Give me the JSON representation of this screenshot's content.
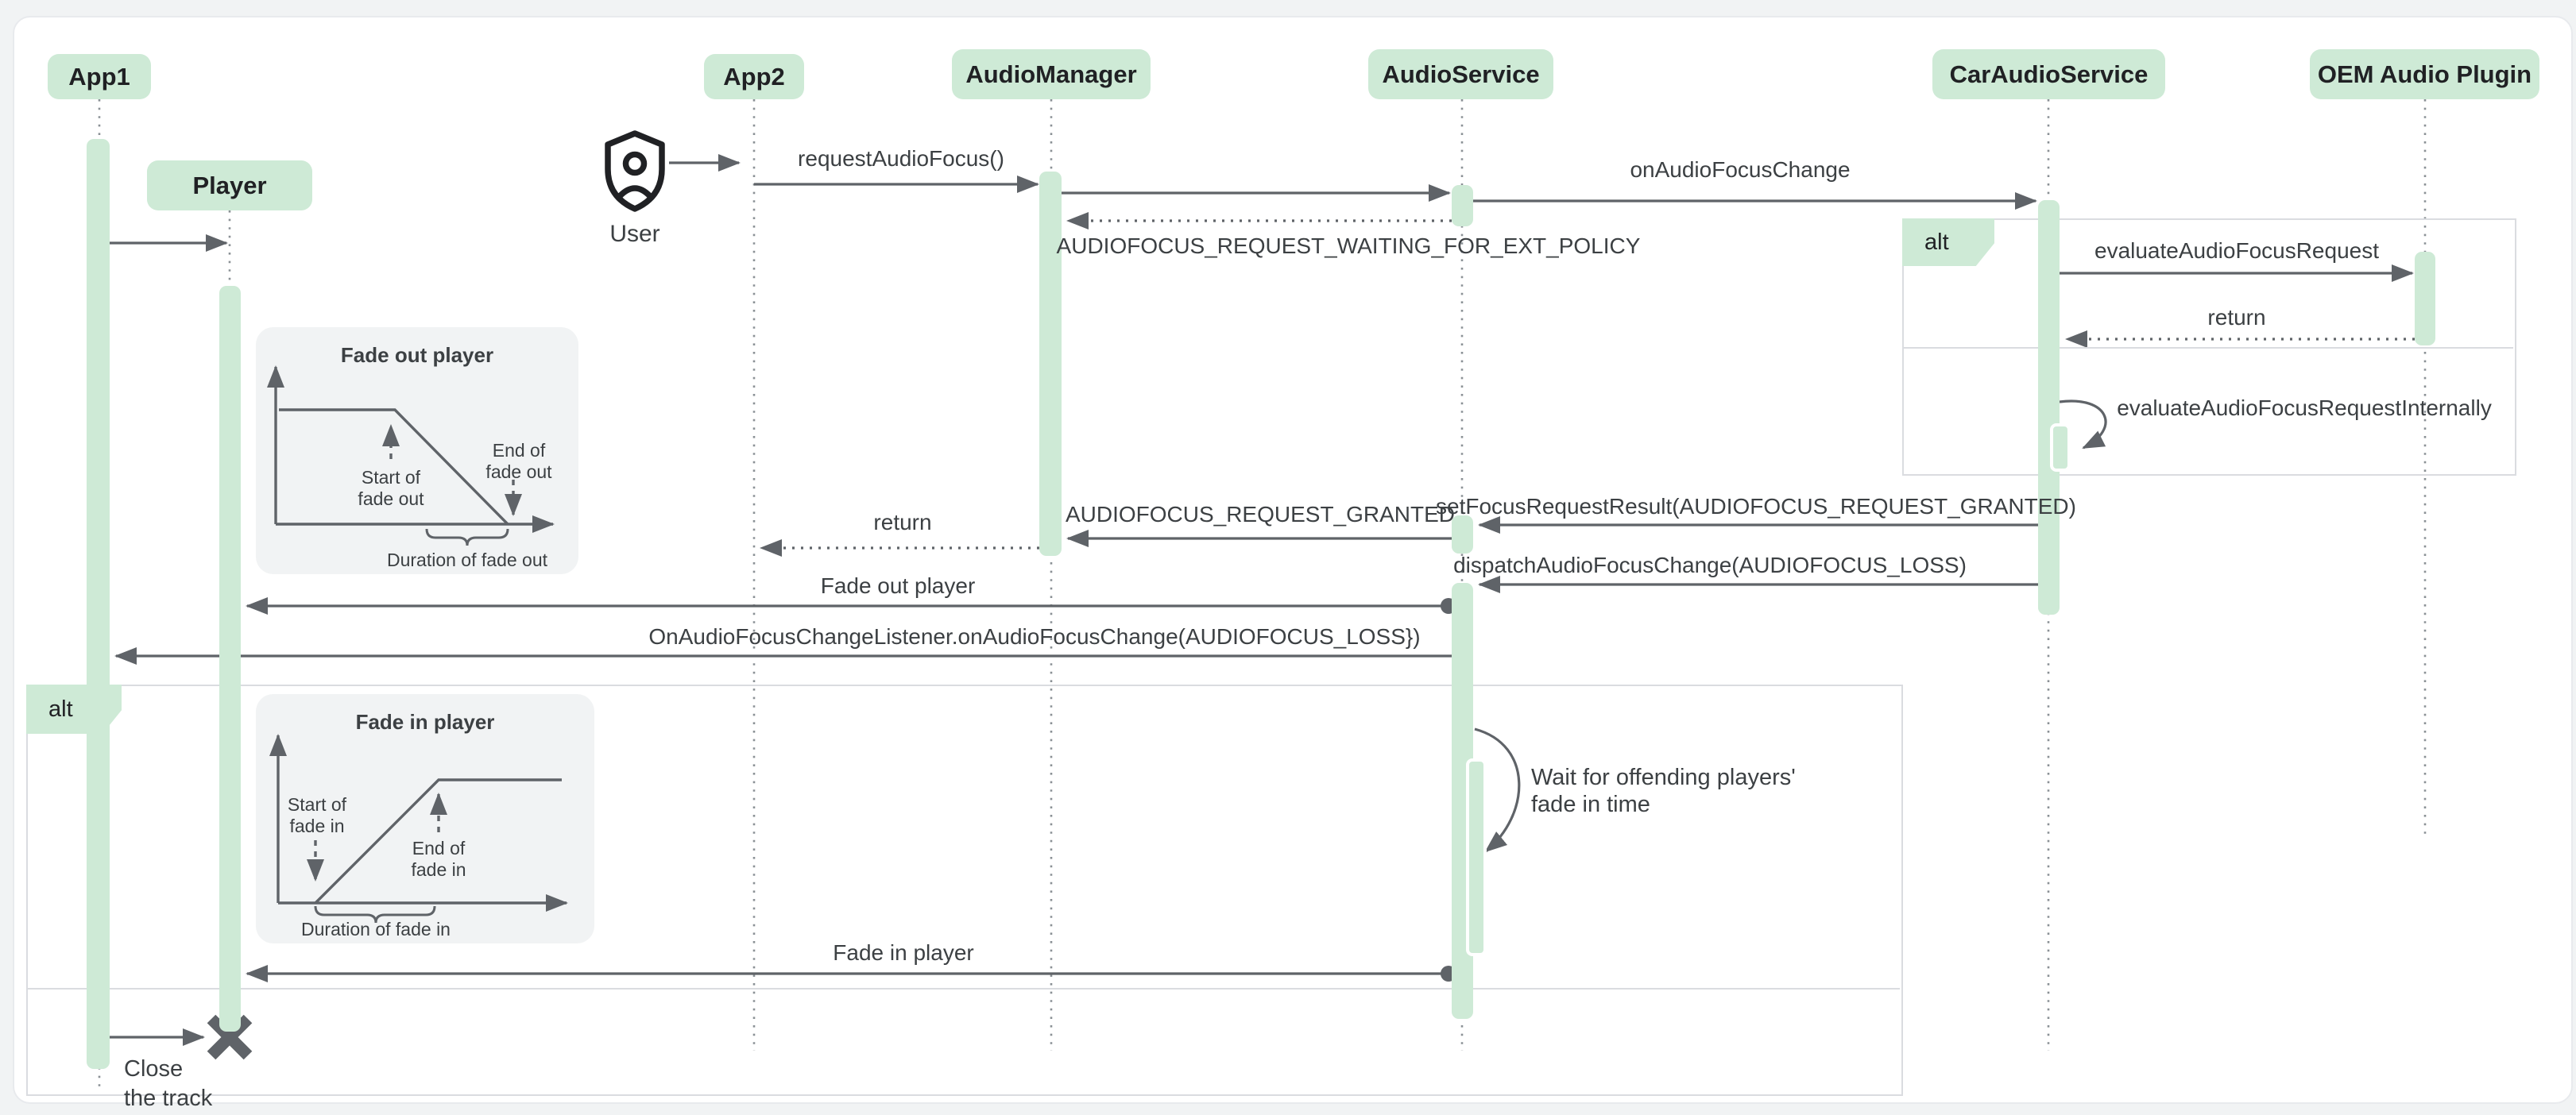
{
  "page": {
    "background": "#f1f3f4",
    "canvas_background": "#ffffff"
  },
  "colors": {
    "participant_fill": "#ceead6",
    "activation_fill": "#ceead6",
    "arrow": "#5f6368",
    "lifeline": "#8a9095",
    "message_text": "#3c4043",
    "participant_text": "#202124",
    "fragment_border": "#dadce0",
    "inset_background": "#f1f3f4"
  },
  "icons": {
    "actor": "shield-person-icon",
    "lifeline_end": "x-destroy-icon"
  },
  "participants": [
    {
      "id": "app1",
      "label": "App1"
    },
    {
      "id": "player",
      "label": "Player"
    },
    {
      "id": "app2",
      "label": "App2"
    },
    {
      "id": "audiomanager",
      "label": "AudioManager"
    },
    {
      "id": "audioservice",
      "label": "AudioService"
    },
    {
      "id": "caraudioservice",
      "label": "CarAudioService"
    },
    {
      "id": "oem",
      "label": "OEM Audio Plugin"
    }
  ],
  "actor": {
    "label": "User",
    "icon": "shield-person-icon"
  },
  "fragments": [
    {
      "label": "alt"
    },
    {
      "label": "alt"
    }
  ],
  "messages": {
    "user_tap": {
      "from": "User",
      "to": "App2",
      "label": "",
      "type": "solid"
    },
    "app1_player": {
      "from": "App1",
      "to": "Player",
      "label": "",
      "type": "solid"
    },
    "request_audio_focus": {
      "from": "App2",
      "to": "AudioManager",
      "label": "requestAudioFocus()",
      "type": "solid"
    },
    "manager_to_service": {
      "from": "AudioManager",
      "to": "AudioService",
      "label": "",
      "type": "solid"
    },
    "on_audio_focus_change": {
      "from": "AudioService",
      "to": "CarAudioService",
      "label": "onAudioFocusChange",
      "type": "solid"
    },
    "waiting_ext_policy": {
      "from": "AudioService",
      "to": "AudioManager",
      "label": "AUDIOFOCUS_REQUEST_WAITING_FOR_EXT_POLICY",
      "type": "dotted"
    },
    "evaluate_request": {
      "from": "CarAudioService",
      "to": "OEM Audio Plugin",
      "label": "evaluateAudioFocusRequest",
      "type": "solid"
    },
    "return_oem": {
      "from": "OEM Audio Plugin",
      "to": "CarAudioService",
      "label": "return",
      "type": "dotted"
    },
    "evaluate_internally": {
      "from": "CarAudioService",
      "to": "CarAudioService",
      "label": "evaluateAudioFocusRequestInternally",
      "type": "self"
    },
    "set_focus_result": {
      "from": "CarAudioService",
      "to": "AudioService",
      "label": "setFocusRequestResult(AUDIOFOCUS_REQUEST_GRANTED)",
      "type": "solid"
    },
    "request_granted": {
      "from": "AudioService",
      "to": "AudioManager",
      "label": "AUDIOFOCUS_REQUEST_GRANTED",
      "type": "solid"
    },
    "return_app2": {
      "from": "AudioManager",
      "to": "App2",
      "label": "return",
      "type": "dotted"
    },
    "dispatch_change": {
      "from": "CarAudioService",
      "to": "AudioService",
      "label": "dispatchAudioFocusChange(AUDIOFOCUS_LOSS)",
      "type": "solid"
    },
    "fade_out_player": {
      "from": "AudioService",
      "to": "Player",
      "label": "Fade out player",
      "type": "solid"
    },
    "focus_change_listener": {
      "from": "AudioService",
      "to": "App1",
      "label": "OnAudioFocusChangeListener.onAudioFocusChange(AUDIOFOCUS_LOSS})",
      "type": "solid"
    },
    "wait_note": {
      "from": "AudioService",
      "to": "AudioService",
      "label": "Wait for offending players'\nfade in time",
      "type": "self"
    },
    "fade_in_player": {
      "from": "AudioService",
      "to": "Player",
      "label": "Fade in player",
      "type": "solid"
    },
    "close_track": {
      "from": "App1",
      "to": "Player",
      "label": "Close\nthe track",
      "type": "solid"
    }
  },
  "charts": [
    {
      "type": "line",
      "title": "Fade out player",
      "start_label": "Start of\nfade out",
      "end_label": "End of\nfade out",
      "duration_label": "Duration of fade out",
      "x": [
        0,
        0.5,
        1
      ],
      "y": [
        1,
        1,
        0
      ],
      "description": "volume stays flat then ramps down to zero over the fade-out duration"
    },
    {
      "type": "line",
      "title": "Fade in player",
      "start_label": "Start of\nfade in",
      "end_label": "End of\nfade in",
      "duration_label": "Duration of fade in",
      "x": [
        0,
        0.45,
        1
      ],
      "y": [
        0,
        1,
        1
      ],
      "description": "volume ramps up from zero then stays flat after the fade-in duration"
    }
  ]
}
